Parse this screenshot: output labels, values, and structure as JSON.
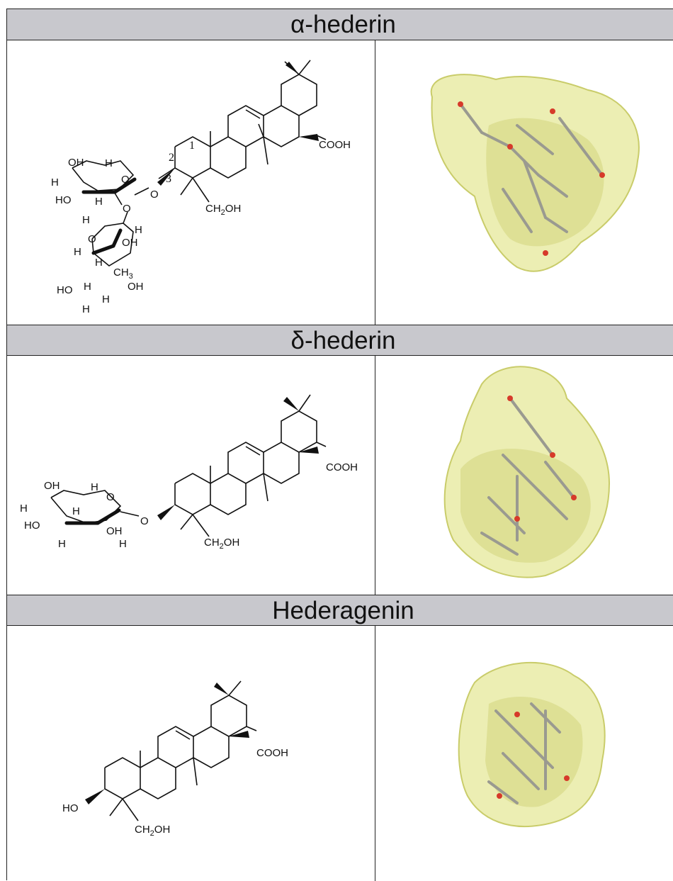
{
  "sections": [
    {
      "title": "α-hederin",
      "labels": {
        "oh1": "OH",
        "h_a": "H",
        "ho_left": "HO",
        "h_b": "H",
        "h_c": "H",
        "h_d": "H",
        "o_ring1": "O",
        "o_link": "O",
        "o_glyc": "O",
        "h_e": "H",
        "o_ring2": "O",
        "oh2": "OH",
        "h_f": "H",
        "h_g": "H",
        "ch3": "CH",
        "ch3_sub": "3",
        "ho_bottom": "HO",
        "h_h": "H",
        "h_i": "H",
        "oh3": "OH",
        "h_j": "H",
        "c1": "1",
        "c2": "2",
        "c3": "3",
        "cooh": "COOH",
        "ch2oh_a": "CH",
        "ch2oh_sub": "2",
        "ch2oh_b": "OH"
      }
    },
    {
      "title": "δ-hederin",
      "labels": {
        "oh1": "OH",
        "h_a": "H",
        "h_b": "H",
        "ho_left": "HO",
        "h_c": "H",
        "oh2": "OH",
        "h_d": "H",
        "h_e": "H",
        "o_ring": "O",
        "o_link": "O",
        "cooh": "COOH",
        "ch2oh_a": "CH",
        "ch2oh_sub": "2",
        "ch2oh_b": "OH"
      }
    },
    {
      "title": "Hederagenin",
      "labels": {
        "ho": "HO",
        "cooh": "COOH",
        "ch2oh_a": "CH",
        "ch2oh_sub": "2",
        "ch2oh_b": "OH"
      }
    }
  ],
  "colors": {
    "header_bg": "#c8c8cd",
    "surface_fill": "#e6e89a",
    "stick": "#9a9a90",
    "oxygen": "#d63a2a"
  }
}
